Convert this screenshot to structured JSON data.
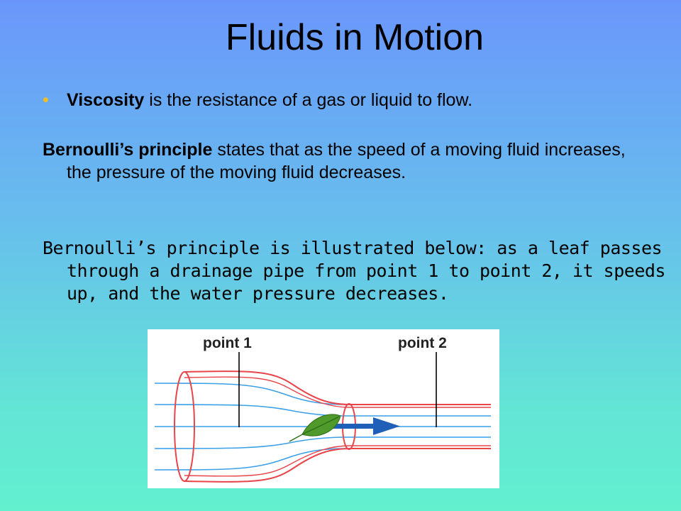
{
  "slide": {
    "title": "Fluids in Motion",
    "bullet": {
      "term": "Viscosity",
      "text": " is the resistance of a gas or liquid to flow."
    },
    "paragraph1": {
      "term": "Bernoulli’s principle",
      "text": " states that as the speed of a moving fluid increases, the pressure of the moving fluid decreases."
    },
    "paragraph2": {
      "text": "Bernoulli’s principle is illustrated below: as a leaf passes through a drainage pipe from point 1 to point 2, it speeds up, and the water pressure decreases."
    }
  },
  "figure": {
    "label_point1": "point 1",
    "label_point2": "point 2",
    "colors": {
      "pipe": "#e8454a",
      "streamline": "#3aa0e8",
      "arrow": "#1f5fb8",
      "leaf": "#4f9a2a",
      "label_line": "#000000"
    },
    "icons": [
      "leaf-icon",
      "flow-arrow-icon"
    ]
  }
}
